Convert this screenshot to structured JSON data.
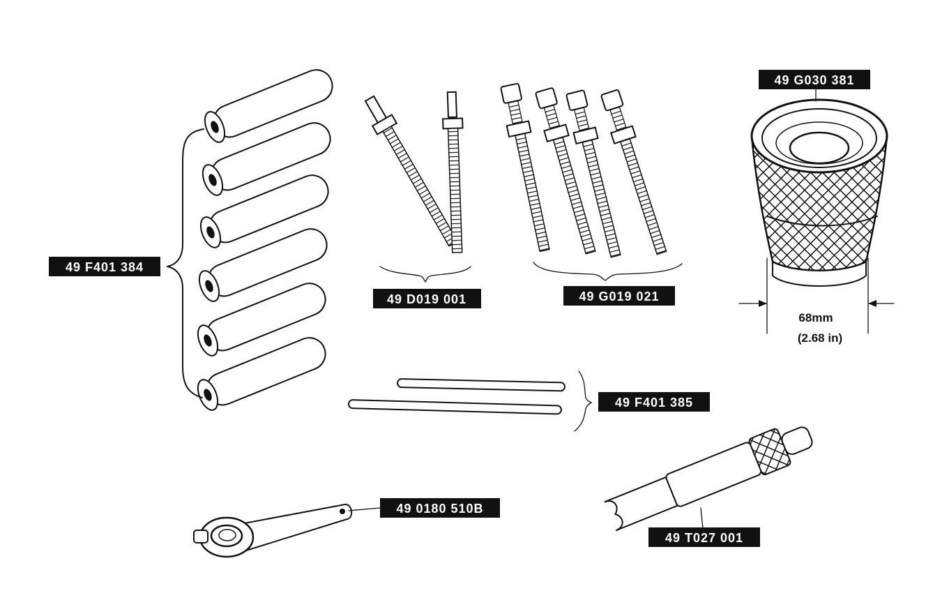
{
  "labels": {
    "roller_set": "49 F401 384",
    "pins_pair": "49 D019 001",
    "bolt_set": "49 G019 021",
    "cup_tool": "49 G030 381",
    "rods": "49 F401 385",
    "wrench": "49 0180 510B",
    "driver": "49 T027 001"
  },
  "dimension": {
    "metric": "68mm",
    "imperial": "(2.68 in)"
  },
  "colors": {
    "ink": "#111111",
    "tag_background": "#111111",
    "tag_text": "#ffffff",
    "paper": "#ffffff"
  }
}
